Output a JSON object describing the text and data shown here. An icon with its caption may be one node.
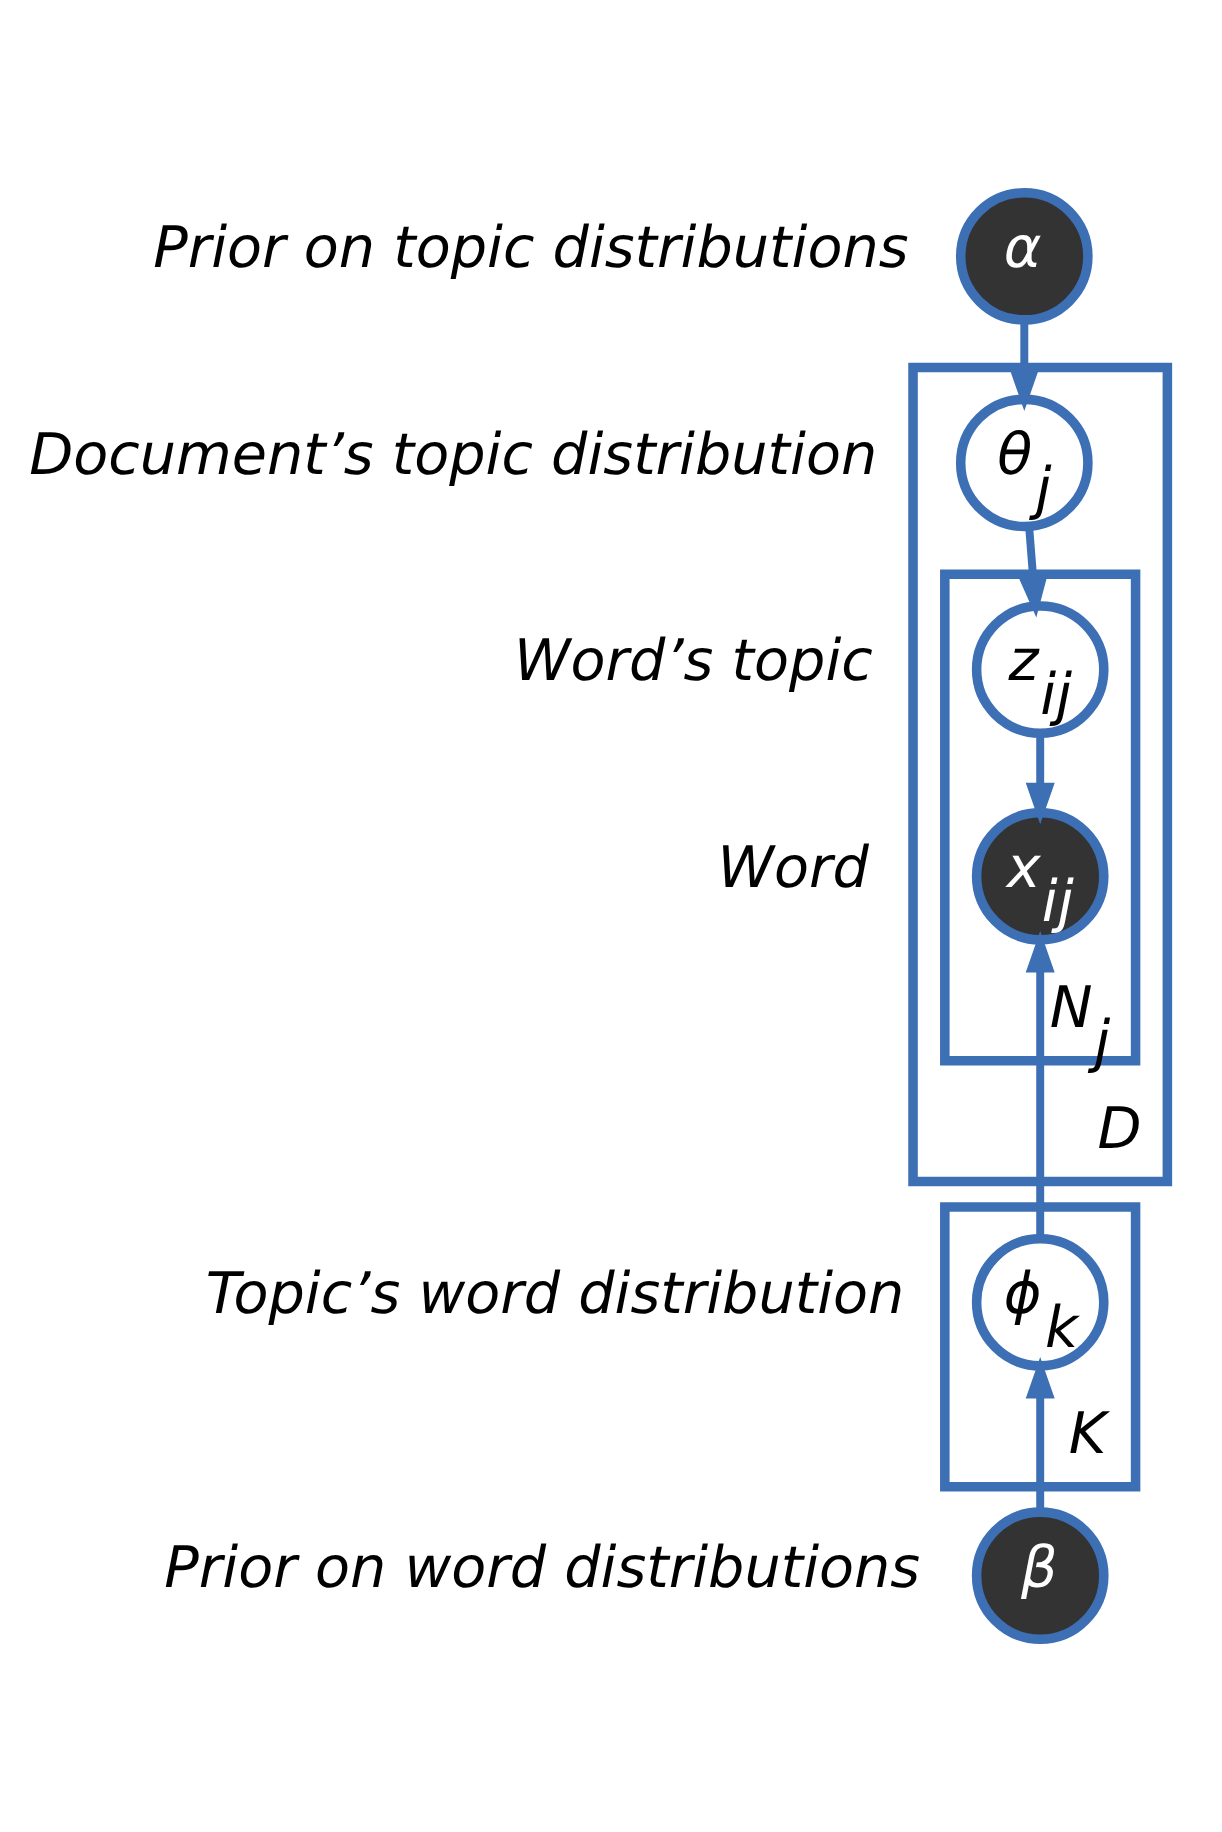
{
  "diagram": {
    "nodes": [
      {
        "text": [
          "α"
        ],
        "beside": [
          "Prior on topic distributions"
        ]
      },
      {
        "text": [
          "D"
        ]
      },
      {
        "text": [
          "θ$_{j}$"
        ],
        "in": 1,
        "beside": [
          "Document’s topic distribution"
        ]
      },
      {
        "text": [
          "N$_{j}$"
        ],
        "in": 1
      },
      {
        "text": [
          "z$_{ij}$"
        ],
        "in": 3,
        "beside": [
          "Word’s topic"
        ]
      },
      {
        "text": [
          "x$_{ij}$"
        ],
        "in": 3,
        "beside": [
          "Word"
        ]
      },
      {
        "text": [
          "K"
        ]
      },
      {
        "text": [
          "ϕ$_{k}$"
        ],
        "in": 6,
        "beside": [
          "Topic’s word distribution"
        ]
      },
      {
        "text": [
          "β"
        ],
        "beside": [
          "Prior on word distributions"
        ]
      }
    ],
    "edges": [
      {
        "from": 0,
        "to": 2,
        "arrow": "to"
      },
      {
        "from": 2,
        "to": 4,
        "arrow": "to"
      },
      {
        "from": 4,
        "to": 5,
        "arrow": "to"
      },
      {
        "from": 7,
        "to": 5,
        "arrow": "to"
      },
      {
        "from": 8,
        "to": 7,
        "arrow": "to"
      }
    ]
  }
}
